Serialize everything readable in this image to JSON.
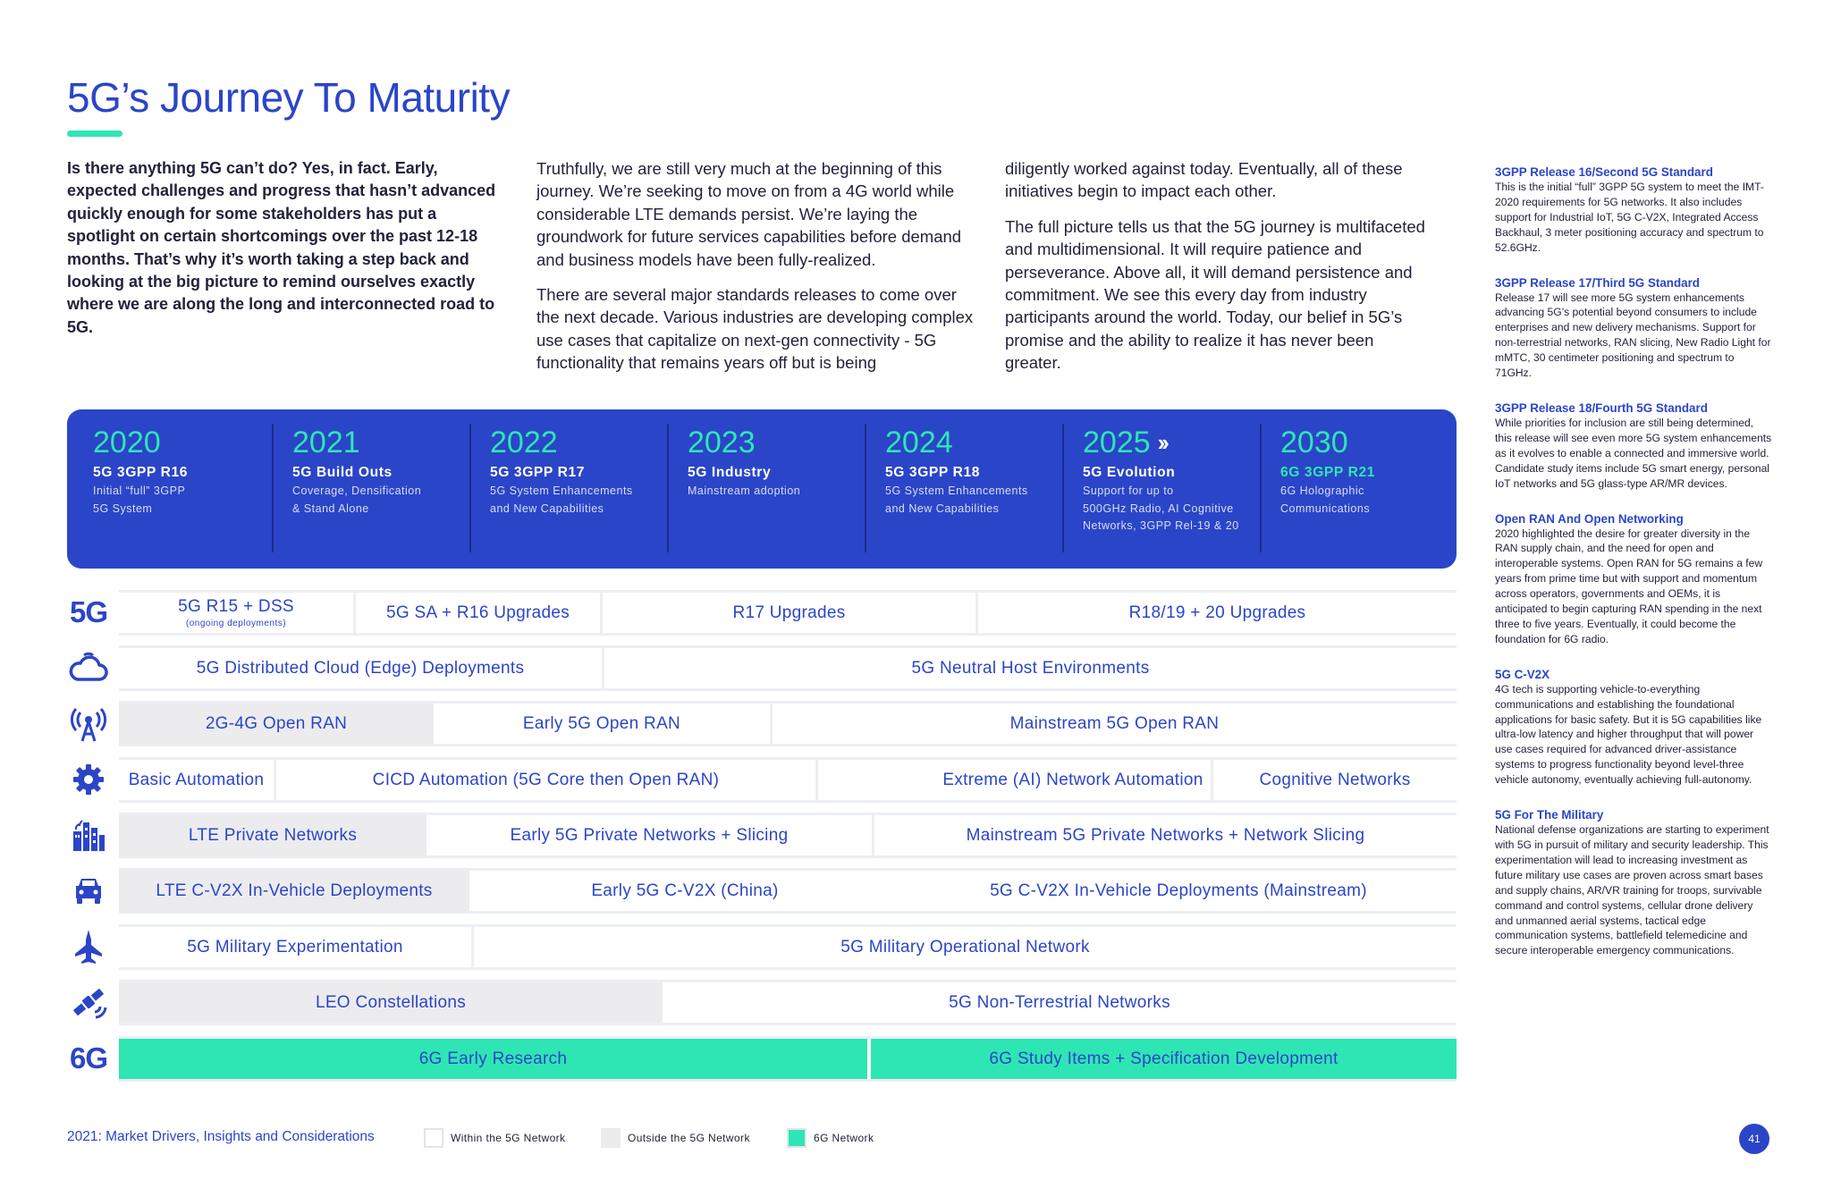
{
  "page": {
    "title": "5G’s Journey To Maturity",
    "page_number": "41",
    "footer_title": "2021: Market Drivers, Insights and Considerations"
  },
  "intro": {
    "col1": "Is there anything 5G can’t do? Yes, in fact. Early, expected challenges and progress that hasn’t advanced quickly enough for some stakeholders has put a spotlight on certain shortcomings over the past 12-18 months. That’s why it’s worth taking a step back and looking at the big picture to remind ourselves exactly where we are along the long and interconnected road to 5G.",
    "col2_p1": "Truthfully, we are still very much at the beginning of this journey. We’re seeking to move on from a 4G world while considerable LTE demands persist. We’re laying the groundwork for future services capabilities before demand and business models have been fully-realized.",
    "col2_p2": "There are several major standards releases to come over the next decade. Various industries are developing complex use cases that capitalize on next-gen connectivity - 5G functionality that remains years off but is being",
    "col3_p1": "diligently worked against today. Eventually, all of these initiatives begin to impact each other.",
    "col3_p2": "The full picture tells us that the 5G journey is multifaceted and multidimensional. It will require patience and perseverance. Above all, it will demand persistence and commitment. We see this every day from industry participants around the world. Today, our belief in 5G’s promise and the ability to realize it has never been greater."
  },
  "sidebar": [
    {
      "title": "3GPP Release 16/Second 5G Standard",
      "text": "This is the initial “full” 3GPP 5G system to meet the IMT-2020 requirements for 5G networks. It also includes support for Industrial IoT, 5G C-V2X, Integrated Access Backhaul, 3 meter positioning accuracy and spectrum to 52.6GHz."
    },
    {
      "title": "3GPP Release 17/Third 5G Standard",
      "text": "Release 17 will see more 5G system enhancements advancing 5G’s potential beyond consumers to include enterprises and new delivery mechanisms. Support for non-terrestrial networks, RAN slicing, New Radio Light for mMTC, 30 centimeter positioning and spectrum to 71GHz."
    },
    {
      "title": "3GPP Release 18/Fourth 5G Standard",
      "text": "While priorities for inclusion are still being determined, this release will see even more 5G system enhancements as it evolves to enable a connected and immersive world. Candidate study items include 5G smart energy, personal IoT networks and 5G glass-type AR/MR devices."
    },
    {
      "title": "Open RAN And Open Networking",
      "text": "2020 highlighted the desire for greater diversity in the RAN supply chain, and the need for open and interoperable systems. Open RAN for 5G remains a few years from prime time but with support and momentum across operators, governments and OEMs, it is anticipated to begin capturing RAN spending in the next three to five years. Eventually, it could become the foundation for 6G radio."
    },
    {
      "title": "5G C-V2X",
      "text": "4G tech is supporting vehicle-to-everything communications and establishing the foundational applications for basic safety. But it is 5G capabilities like ultra-low latency and higher throughput that will power use cases required for advanced driver-assistance systems to progress functionality beyond level-three vehicle autonomy, eventually achieving full-autonomy."
    },
    {
      "title": "5G For The Military",
      "text": "National defense organizations are starting to experiment with 5G in pursuit of military and security leadership. This experimentation will lead to increasing investment as future military use cases are proven across smart bases and supply chains, AR/VR training for troops, survivable command and control systems, cellular drone delivery and unmanned aerial systems, tactical edge communication systems, battlefield telemedicine and secure interoperable emergency communications."
    }
  ],
  "timeline": [
    {
      "year": "2020",
      "head": "5G 3GPP R16",
      "sub": "Initial “full” 3GPP\n5G System"
    },
    {
      "year": "2021",
      "head": "5G Build Outs",
      "sub": "Coverage, Densification\n& Stand Alone"
    },
    {
      "year": "2022",
      "head": "5G 3GPP R17",
      "sub": "5G System Enhancements\nand New Capabilities"
    },
    {
      "year": "2023",
      "head": "5G Industry",
      "sub": "Mainstream adoption"
    },
    {
      "year": "2024",
      "head": "5G 3GPP R18",
      "sub": "5G System Enhancements\nand New Capabilities"
    },
    {
      "year": "2025",
      "head": "5G Evolution",
      "sub": "Support for up to\n500GHz Radio, AI Cognitive\nNetworks, 3GPP Rel-19 & 20"
    },
    {
      "year": "2030",
      "head": "6G 3GPP R21",
      "sub": "6G Holographic\nCommunications"
    }
  ],
  "rows": [
    {
      "icon": "5G",
      "segments": [
        {
          "label": "5G R15 + DSS",
          "sub": "(ongoing deployments)",
          "type": "white"
        },
        {
          "label": "5G SA + R16 Upgrades",
          "type": "white"
        },
        {
          "label": "R17 Upgrades",
          "type": "white"
        },
        {
          "label": "R18/19 + 20 Upgrades",
          "type": "white"
        }
      ]
    },
    {
      "icon": "cloud-icon",
      "segments": [
        {
          "label": "5G Distributed Cloud (Edge) Deployments",
          "type": "white"
        },
        {
          "label": "5G Neutral Host Environments",
          "type": "white"
        }
      ]
    },
    {
      "icon": "antenna-icon",
      "segments": [
        {
          "label": "2G-4G Open RAN",
          "type": "gray"
        },
        {
          "label": "Early 5G Open RAN",
          "type": "white"
        },
        {
          "label": "Mainstream 5G Open RAN",
          "type": "white"
        }
      ]
    },
    {
      "icon": "gear-icon",
      "segments": [
        {
          "label": "Basic Automation",
          "type": "white"
        },
        {
          "label": "CICD Automation (5G Core then Open RAN)",
          "type": "white"
        },
        {
          "label": "Extreme (AI) Network Automation",
          "type": "white"
        },
        {
          "label": "Cognitive Networks",
          "type": "white"
        }
      ]
    },
    {
      "icon": "factory-icon",
      "segments": [
        {
          "label": "LTE Private Networks",
          "type": "gray"
        },
        {
          "label": "Early 5G Private Networks + Slicing",
          "type": "white"
        },
        {
          "label": "Mainstream 5G Private Networks + Network Slicing",
          "type": "white"
        }
      ]
    },
    {
      "icon": "car-icon",
      "segments": [
        {
          "label": "LTE C-V2X In-Vehicle Deployments",
          "type": "gray"
        },
        {
          "label": "Early 5G C-V2X (China)",
          "type": "white"
        },
        {
          "label": "5G C-V2X In-Vehicle Deployments (Mainstream)",
          "type": "white"
        }
      ]
    },
    {
      "icon": "jet-icon",
      "segments": [
        {
          "label": "5G Military Experimentation",
          "type": "white"
        },
        {
          "label": "5G Military Operational Network",
          "type": "white"
        }
      ]
    },
    {
      "icon": "satellite-icon",
      "segments": [
        {
          "label": "LEO Constellations",
          "type": "gray"
        },
        {
          "label": "5G Non-Terrestrial Networks",
          "type": "white"
        }
      ]
    },
    {
      "icon": "6G",
      "segments": [
        {
          "label": "6G Early Research",
          "type": "green"
        },
        {
          "label": "6G Study Items + Specification Development",
          "type": "green"
        }
      ]
    }
  ],
  "legend": [
    {
      "label": "Within the 5G Network",
      "color": "#ffffff"
    },
    {
      "label": "Outside the 5G Network",
      "color": "#ececee"
    },
    {
      "label": "6G Network",
      "color": "#2ee6b4"
    }
  ],
  "colors": {
    "brand_blue": "#2b45c8",
    "accent_green": "#2ee6b4",
    "gray": "#ececee"
  }
}
